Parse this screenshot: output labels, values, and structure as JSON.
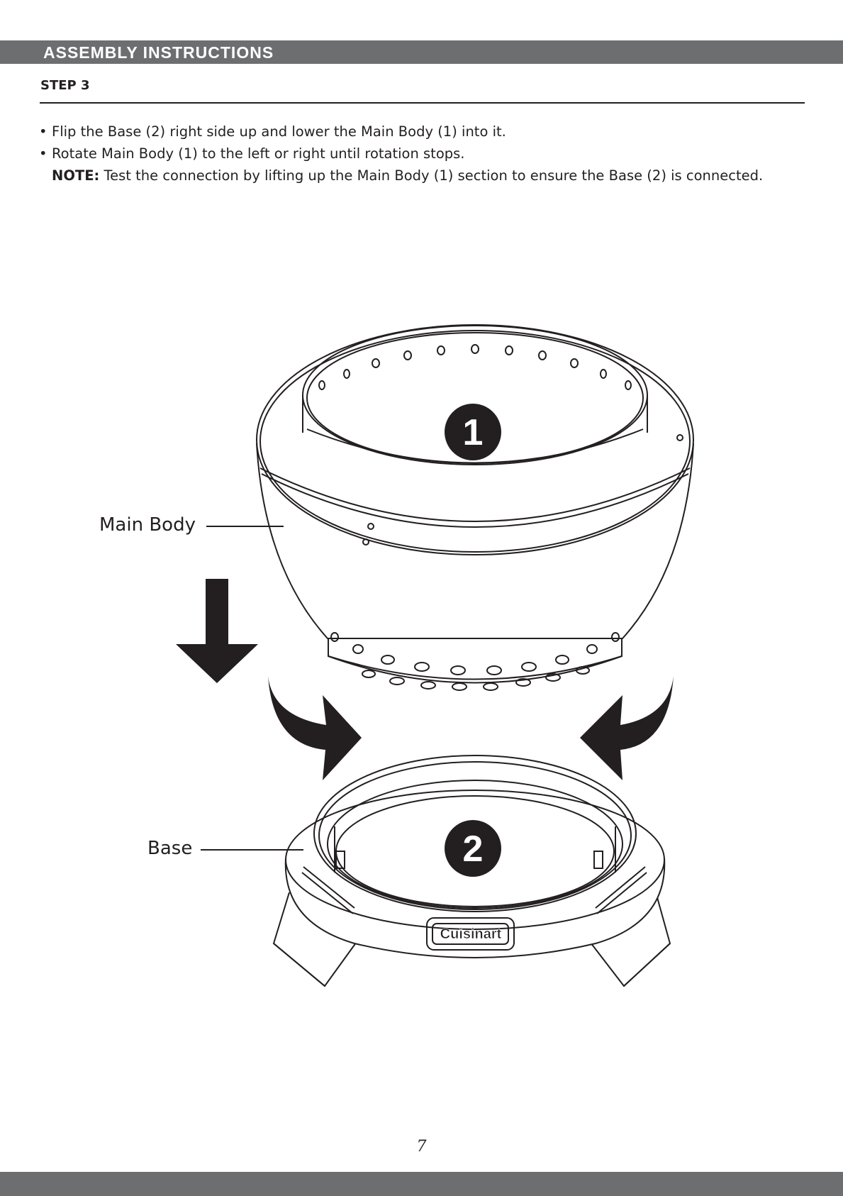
{
  "header": {
    "title": "ASSEMBLY INSTRUCTIONS"
  },
  "step": {
    "label": "STEP 3"
  },
  "instructions": {
    "bullets": [
      "Flip the Base (2) right side up and lower the Main Body (1) into it.",
      "Rotate Main Body (1) to the left or right until rotation stops."
    ],
    "note_label": "NOTE:",
    "note_text": " Test the connection by lifting up the Main Body (1) section to ensure the Base (2) is connected."
  },
  "figure": {
    "main_body_label": "Main Body",
    "base_label": "Base",
    "part_1_number": "1",
    "part_2_number": "2",
    "brand_logo": "Cuisinart"
  },
  "page": {
    "number": "7"
  }
}
